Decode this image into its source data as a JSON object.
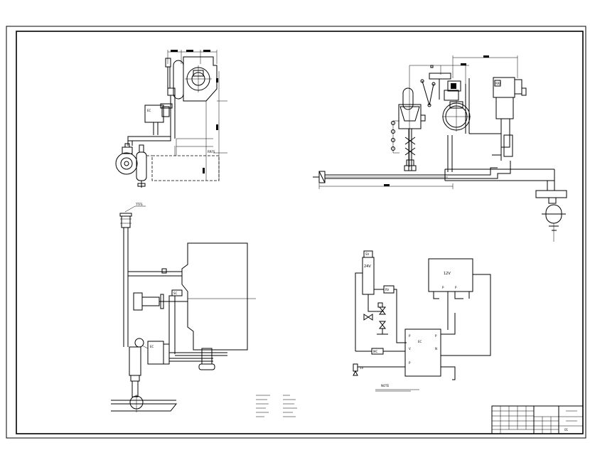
{
  "labels": {
    "box_24v": "24V",
    "box_12v": "12V",
    "box_ecu": "EC",
    "tb_sheet": "01"
  }
}
